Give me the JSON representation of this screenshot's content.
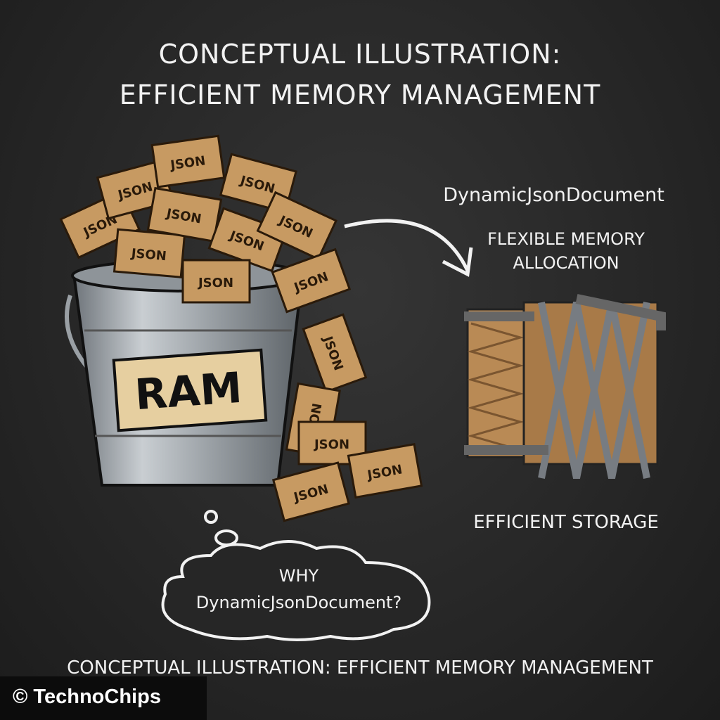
{
  "title": {
    "line1": "CONCEPTUAL ILLUSTRATION:",
    "line2": "EFFICIENT MEMORY MANAGEMENT"
  },
  "bucket": {
    "label": "RAM",
    "box_label": "JSON"
  },
  "right": {
    "heading": "DynamicJsonDocument",
    "subheading_line1": "FLEXIBLE MEMORY",
    "subheading_line2": "ALLOCATION",
    "caption": "EFFICIENT STORAGE"
  },
  "thought": {
    "line1": "WHY",
    "line2": "DynamicJsonDocument?"
  },
  "footer": "CONCEPTUAL ILLUSTRATION: EFFICIENT MEMORY MANAGEMENT",
  "watermark": "© TechnoChips",
  "colors": {
    "background": "#2a2a2a",
    "text": "#f2f2f2",
    "wood": "#c79a62",
    "metal": "#a8adb2"
  }
}
